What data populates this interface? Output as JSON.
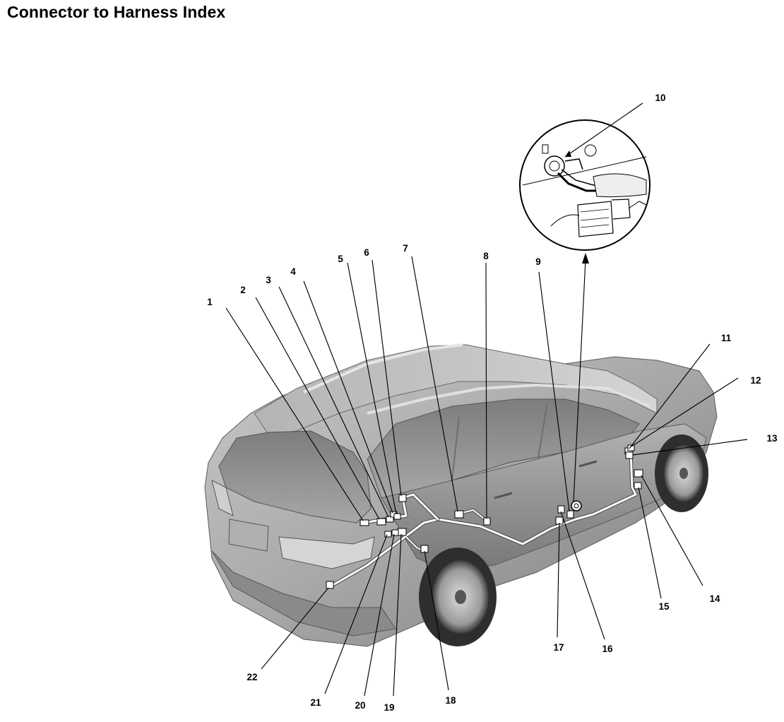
{
  "page": {
    "title": "Connector to Harness Index"
  },
  "callouts": [
    {
      "id": "1",
      "label": "1"
    },
    {
      "id": "2",
      "label": "2"
    },
    {
      "id": "3",
      "label": "3"
    },
    {
      "id": "4",
      "label": "4"
    },
    {
      "id": "5",
      "label": "5"
    },
    {
      "id": "6",
      "label": "6"
    },
    {
      "id": "7",
      "label": "7"
    },
    {
      "id": "8",
      "label": "8"
    },
    {
      "id": "9",
      "label": "9"
    },
    {
      "id": "10",
      "label": "10"
    },
    {
      "id": "11",
      "label": "11"
    },
    {
      "id": "12",
      "label": "12"
    },
    {
      "id": "13",
      "label": "13"
    },
    {
      "id": "14",
      "label": "14"
    },
    {
      "id": "15",
      "label": "15"
    },
    {
      "id": "16",
      "label": "16"
    },
    {
      "id": "17",
      "label": "17"
    },
    {
      "id": "18",
      "label": "18"
    },
    {
      "id": "19",
      "label": "19"
    },
    {
      "id": "20",
      "label": "20"
    },
    {
      "id": "21",
      "label": "21"
    },
    {
      "id": "22",
      "label": "22"
    }
  ],
  "colors": {
    "ink": "#000000",
    "body_light": "#d9d9d9",
    "body_mid": "#a9a9a9",
    "body_dark": "#6e6e6e",
    "glass": "#8c8c8c",
    "harness": "#ffffff"
  }
}
